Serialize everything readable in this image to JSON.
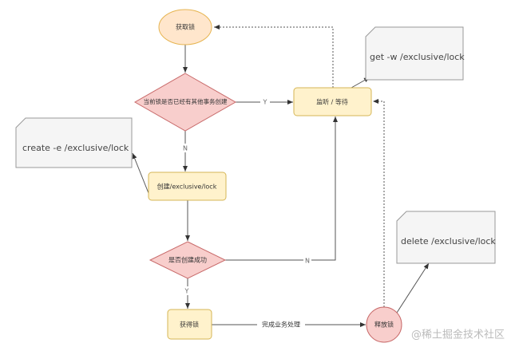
{
  "nodes": {
    "start": "获取锁",
    "check_exists": "当前锁是否已经有其他事务创建",
    "watch_wait": "监听 / 等待",
    "create": "创建/exclusive/lock",
    "create_success": "是否创建成功",
    "acquired": "获得锁",
    "release": "释放锁"
  },
  "notes": {
    "get": "get  -w  /exclusive/lock",
    "create": "create  -e  /exclusive/lock",
    "delete": "delete   /exclusive/lock"
  },
  "edges": {
    "yes1": "Y",
    "no1": "N",
    "no2": "N",
    "yes2": "Y",
    "done": "完成业务处理"
  },
  "watermark": "@稀土掘金技术社区",
  "colors": {
    "ellipse": "#ffe6cc",
    "box": "#fff2cc",
    "diamond": "#f8cecc",
    "note": "#f5f5f5"
  }
}
